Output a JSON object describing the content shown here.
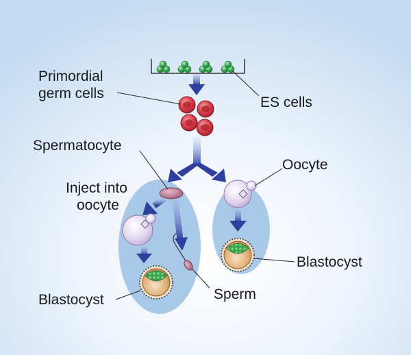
{
  "labels": {
    "primordial_germ_cells_line1": "Primordial",
    "primordial_germ_cells_line2": "germ cells",
    "es_cells": "ES cells",
    "spermatocyte": "Spermatocyte",
    "inject_line1": "Inject into",
    "inject_line2": "oocyte",
    "oocyte": "Oocyte",
    "blastocyst_left": "Blastocyst",
    "blastocyst_right": "Blastocyst",
    "sperm": "Sperm"
  },
  "colors": {
    "background_edge": "#c9dff2",
    "background_center": "#f5f9fd",
    "arrow": "#2f3f9e",
    "oval": "#8fb8e0",
    "es_cell": "#3fae5a",
    "germ_cell": "#d9404a",
    "oocyte": "#d8c8e8",
    "blastocyst": "#d9a066",
    "inner_cell_mass": "#3e9e50"
  }
}
